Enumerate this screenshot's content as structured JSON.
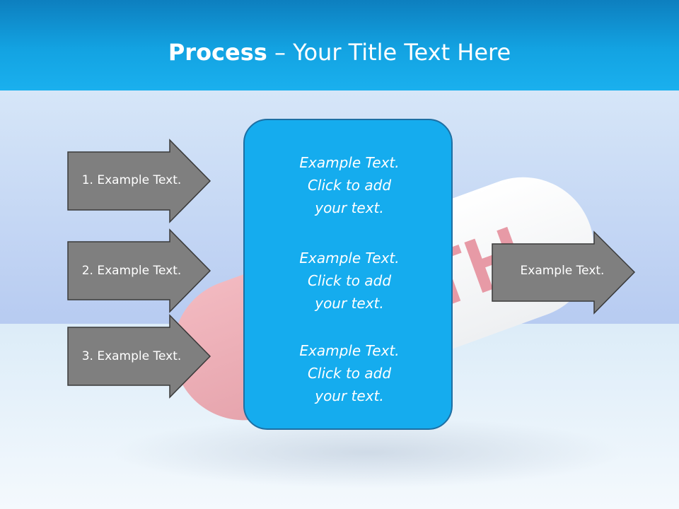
{
  "slide": {
    "title_bold": "Process",
    "title_rest": " – Your Title Text Here"
  },
  "left_arrows": [
    {
      "label": "1. Example Text."
    },
    {
      "label": "2. Example Text."
    },
    {
      "label": "3. Example Text."
    }
  ],
  "center_box": {
    "paragraphs": [
      {
        "line1": "Example Text.",
        "line2": "Click  to add",
        "line3": "your text."
      },
      {
        "line1": "Example Text.",
        "line2": "Click  to add",
        "line3": "your text."
      },
      {
        "line1": "Example Text.",
        "line2": "Click  to add",
        "line3": "your text."
      }
    ]
  },
  "right_arrow": {
    "label": "Example Text."
  },
  "background_pill": {
    "word": "HEALTH"
  },
  "colors": {
    "header": "#13a3e2",
    "center_box": "#15acee",
    "arrow_fill": "#7f7f7f",
    "pill_red": "#e8a0a8"
  }
}
